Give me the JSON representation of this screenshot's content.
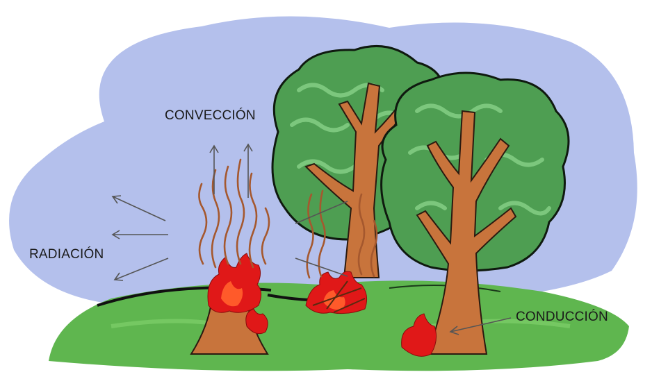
{
  "labels": {
    "convection": "CONVECCIÓN",
    "radiation": "RADIACIÓN",
    "conduction": "CONDUCCIÓN"
  },
  "colors": {
    "sky": "#b4c0ec",
    "grass": "#5fb64f",
    "trunk": "#c8743c",
    "foliage": "#4e9e52",
    "flame": "#e01818"
  }
}
